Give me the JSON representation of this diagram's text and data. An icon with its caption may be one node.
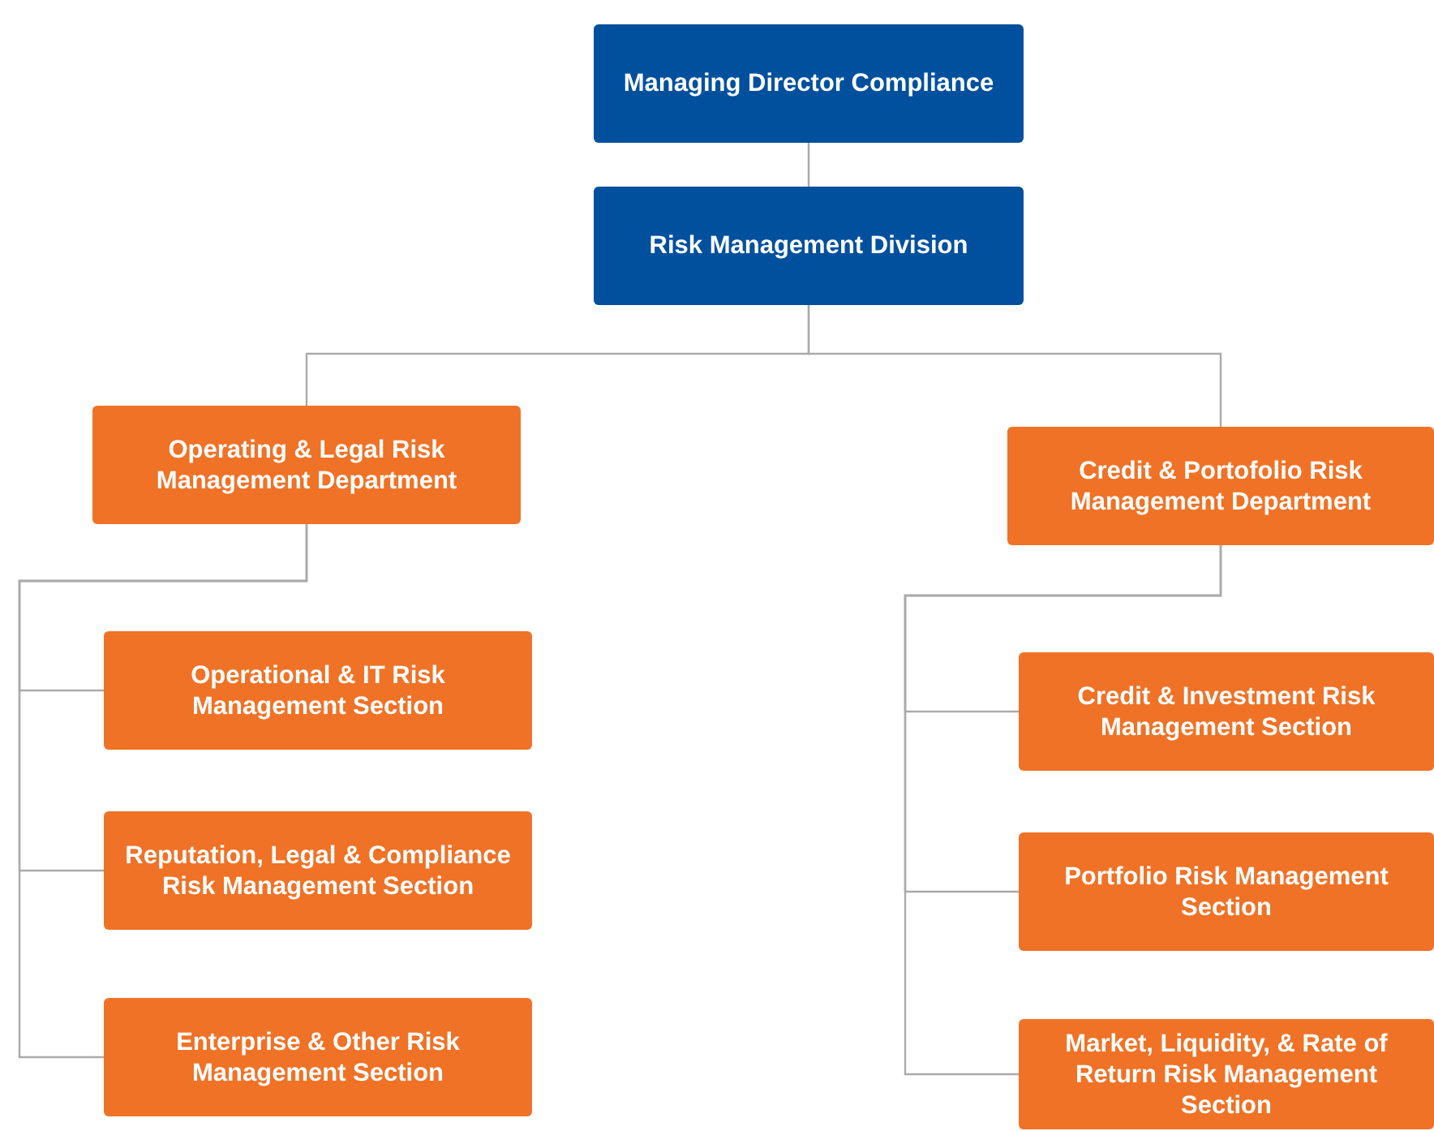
{
  "diagram": {
    "nodes": [
      {
        "text": [
          "Managing Director Compliance"
        ]
      },
      {
        "text": [
          "Risk Management Division"
        ]
      },
      {
        "text": [
          "Operating & Legal Risk Management Department"
        ]
      },
      {
        "text": [
          "Credit & Portofolio Risk Management Department"
        ]
      },
      {
        "text": [
          "Operational & IT Risk Management Section"
        ]
      },
      {
        "text": [
          "Reputation, Legal & Compliance Risk Management Section"
        ]
      },
      {
        "text": [
          "Enterprise & Other Risk Management Section"
        ]
      },
      {
        "text": [
          "Credit & Investment Risk Management Section"
        ]
      },
      {
        "text": [
          "Portfolio Risk Management Section"
        ]
      },
      {
        "text": [
          "Market, Liquidity, & Rate of Return Risk Management Section"
        ]
      }
    ],
    "edges": [
      {
        "from": 0,
        "to": 1,
        "arrow": "none"
      },
      {
        "from": 1,
        "to": 2,
        "arrow": "none"
      },
      {
        "from": 1,
        "to": 3,
        "arrow": "none"
      },
      {
        "from": 2,
        "to": 4,
        "arrow": "none"
      },
      {
        "from": 2,
        "to": 5,
        "arrow": "none"
      },
      {
        "from": 2,
        "to": 6,
        "arrow": "none"
      },
      {
        "from": 3,
        "to": 7,
        "arrow": "none"
      },
      {
        "from": 3,
        "to": 8,
        "arrow": "none"
      },
      {
        "from": 3,
        "to": 9,
        "arrow": "none"
      }
    ]
  }
}
